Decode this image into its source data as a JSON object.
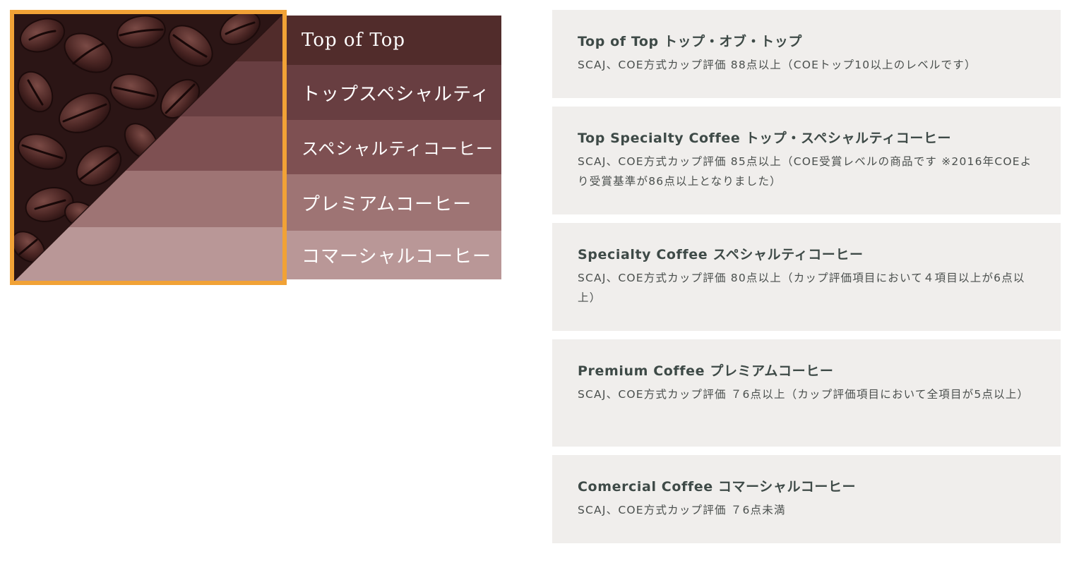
{
  "tiers": [
    {
      "label": "Top of Top",
      "color": "#512c2b"
    },
    {
      "label": "トップスペシャルティ",
      "color": "#683e41"
    },
    {
      "label": "スペシャルティコーヒー",
      "color": "#7e5052"
    },
    {
      "label": "プレミアムコーヒー",
      "color": "#9e7474"
    },
    {
      "label": "コマーシャルコーヒー",
      "color": "#b99797"
    }
  ],
  "frame_color": "#f1a236",
  "cards": [
    {
      "title": "Top of Top トップ・オブ・トップ",
      "description": "SCAJ、COE方式カップ評価 88点以上（COEトップ10以上のレベルです）"
    },
    {
      "title": "Top Specialty Coffee トップ・スペシャルティコーヒー",
      "description": "SCAJ、COE方式カップ評価 85点以上（COE受賞レベルの商品です ※2016年COEより受賞基準が86点以上となりました）"
    },
    {
      "title": "Specialty Coffee スペシャルティコーヒー",
      "description": "SCAJ、COE方式カップ評価 80点以上（カップ評価項目において４項目以上が6点以上）"
    },
    {
      "title": "Premium Coffee プレミアムコーヒー",
      "description": "SCAJ、COE方式カップ評価 ７6点以上（カップ評価項目において全項目が5点以上）"
    },
    {
      "title": "Comercial Coffee コマーシャルコーヒー",
      "description": "SCAJ、COE方式カップ評価 ７6点未満"
    }
  ]
}
